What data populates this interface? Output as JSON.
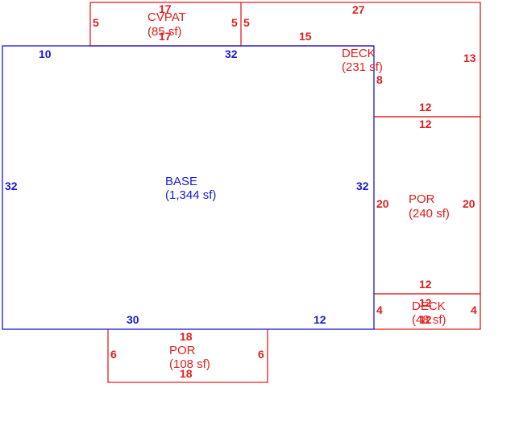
{
  "colors": {
    "base": "#1a1ad6",
    "addition": "#e02020",
    "background": "#ffffff"
  },
  "areas": [
    {
      "id": "base",
      "name": "BASE",
      "area": "(1,344 sf)",
      "kind": "base",
      "dims": {
        "top_left": "10",
        "top_right": "32",
        "left": "32",
        "right": "32",
        "bottom_left": "30",
        "bottom_right": "12"
      }
    },
    {
      "id": "cvpat",
      "name": "CVPAT",
      "area": "(85 sf)",
      "kind": "addition",
      "dims": {
        "top": "17",
        "inner": "17",
        "left": "5",
        "right": "5"
      }
    },
    {
      "id": "deck_top",
      "name": "DECK",
      "area": "(231 sf)",
      "kind": "addition",
      "dims": {
        "top": "27",
        "inner_top": "15",
        "left": "5",
        "right": "13",
        "step": "8",
        "bottom": "12"
      }
    },
    {
      "id": "por_right",
      "name": "POR",
      "area": "(240 sf)",
      "kind": "addition",
      "dims": {
        "top": "12",
        "left": "20",
        "right": "20",
        "bottom": "12"
      }
    },
    {
      "id": "deck_bottom",
      "name": "DECK",
      "area": "(48 sf)",
      "kind": "addition",
      "dims": {
        "top": "12",
        "bottom": "12",
        "left": "4",
        "right": "4"
      }
    },
    {
      "id": "por_bottom",
      "name": "POR",
      "area": "(108 sf)",
      "kind": "addition",
      "dims": {
        "top": "18",
        "bottom": "18",
        "left": "6",
        "right": "6"
      }
    }
  ]
}
